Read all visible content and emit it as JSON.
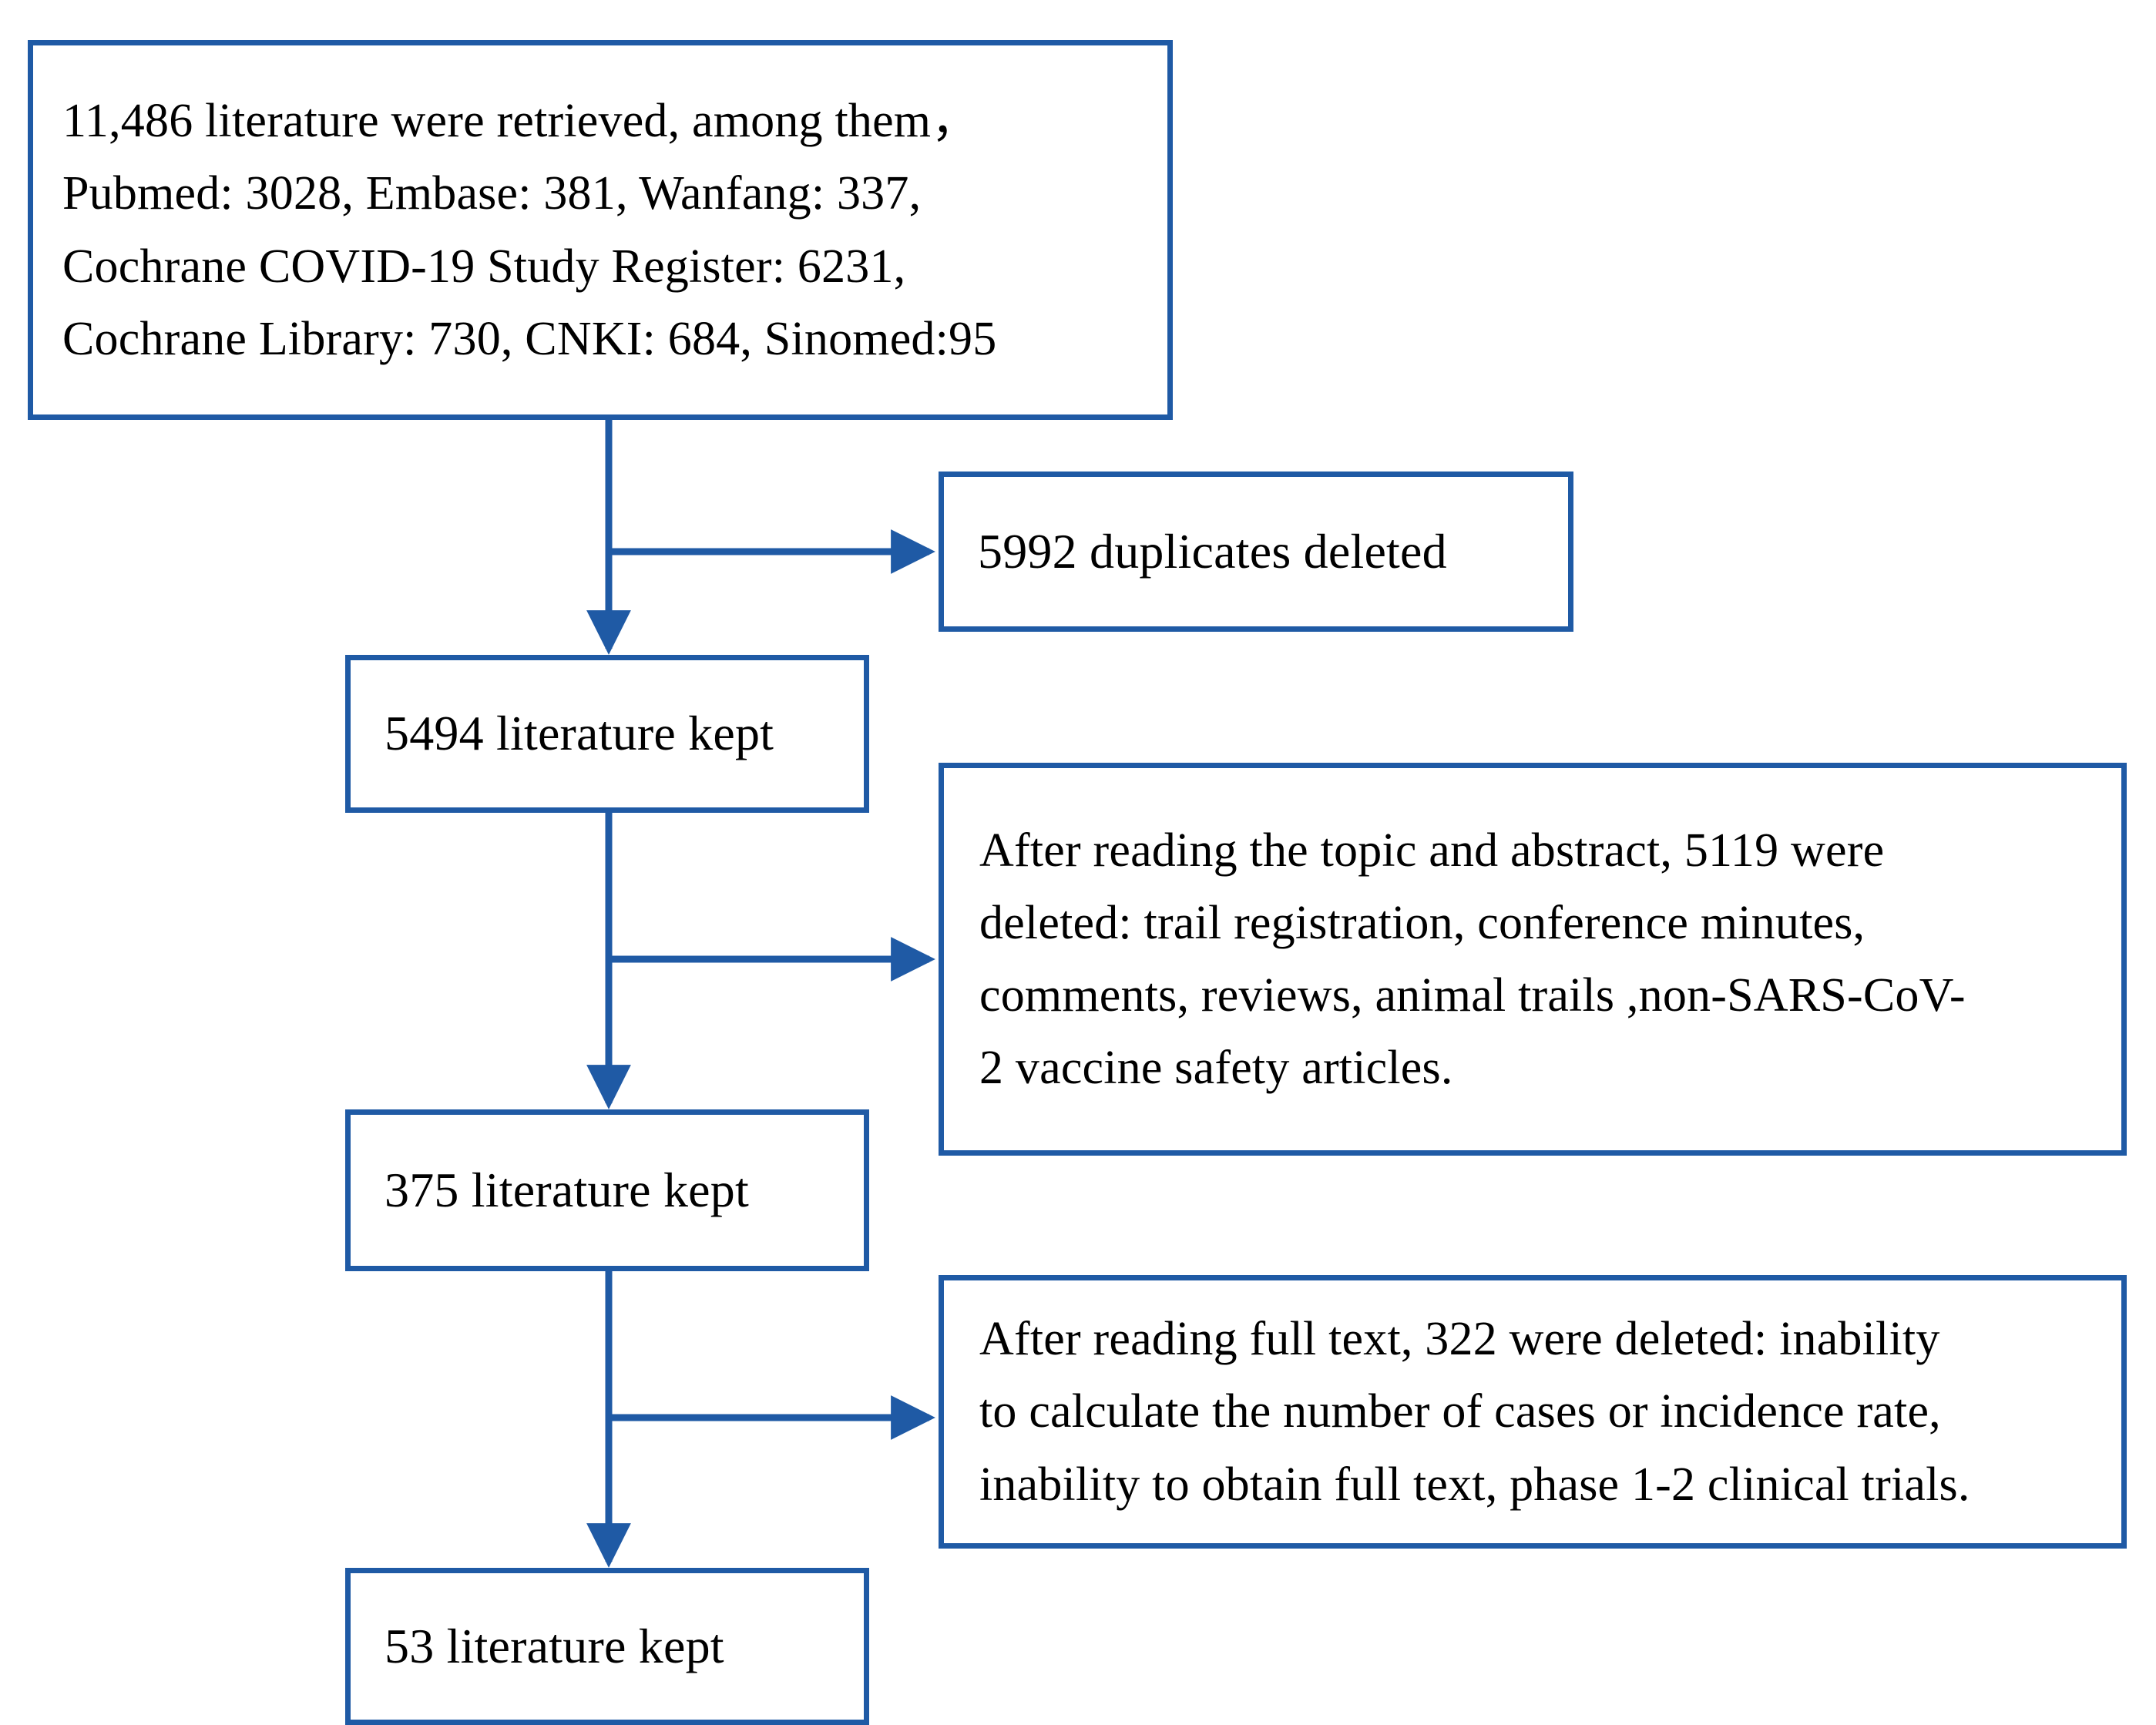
{
  "diagram": {
    "title": "Literature screening flowchart",
    "accent_color": "#1f5aa5",
    "background_color": "#ffffff",
    "text_color": "#000000"
  },
  "nodes": {
    "retrieved": {
      "name": "retrieved-records-box",
      "lines": [
        "11,486 literature were retrieved, among them，",
        "Pubmed: 3028, Embase: 381, Wanfang: 337,",
        "Cochrane COVID-19 Study Register: 6231,",
        "Cochrane Library: 730, CNKI: 684, Sinomed:95"
      ]
    },
    "duplicates_removed": {
      "name": "duplicates-deleted-box",
      "lines": [
        "5992 duplicates deleted"
      ]
    },
    "kept_5494": {
      "name": "kept-5494-box",
      "lines": [
        "5494 literature kept"
      ]
    },
    "screen_abstract": {
      "name": "abstract-screening-exclusions-box",
      "lines": [
        "After reading the topic and abstract, 5119 were",
        "deleted: trail registration, conference minutes,",
        "comments, reviews, animal trails ,non-SARS-CoV-",
        "2 vaccine safety articles."
      ]
    },
    "kept_375": {
      "name": "kept-375-box",
      "lines": [
        "375 literature kept"
      ]
    },
    "screen_fulltext": {
      "name": "fulltext-screening-exclusions-box",
      "lines": [
        "After reading full text, 322 were deleted: inability",
        "to calculate the number of cases or incidence rate,",
        "inability to obtain full text, phase 1-2 clinical trials."
      ]
    },
    "kept_53": {
      "name": "kept-53-box",
      "lines": [
        "53 literature kept"
      ]
    }
  },
  "chart_data": {
    "type": "diagram",
    "title": "Literature screening flowchart",
    "stages": [
      {
        "label": "11,486 literature were retrieved",
        "value": 11486
      },
      {
        "label": "5992 duplicates deleted",
        "value": 5992
      },
      {
        "label": "5494 literature kept",
        "value": 5494
      },
      {
        "label": "After reading the topic and abstract, 5119 were deleted",
        "value": 5119
      },
      {
        "label": "375 literature kept",
        "value": 375
      },
      {
        "label": "After reading full text, 322 were deleted",
        "value": 322
      },
      {
        "label": "53 literature kept",
        "value": 53
      }
    ],
    "sources": [
      {
        "name": "Pubmed",
        "count": 3028
      },
      {
        "name": "Embase",
        "count": 381
      },
      {
        "name": "Wanfang",
        "count": 337
      },
      {
        "name": "Cochrane COVID-19 Study Register",
        "count": 6231
      },
      {
        "name": "Cochrane Library",
        "count": 730
      },
      {
        "name": "CNKI",
        "count": 684
      },
      {
        "name": "Sinomed",
        "count": 95
      }
    ]
  }
}
